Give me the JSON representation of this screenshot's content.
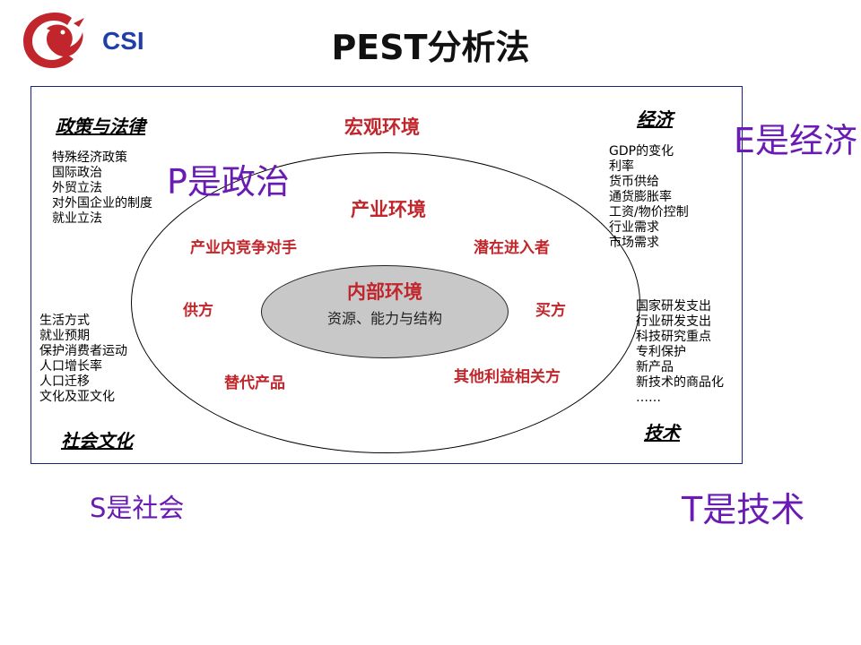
{
  "header": {
    "logo_text": "CSI",
    "title": "PEST分析法"
  },
  "colors": {
    "accent_red": "#c0262b",
    "annotation_purple": "#6a1bb3",
    "logo_blue": "#1f3fa8",
    "inner_fill": "#c8c8c8"
  },
  "diagram": {
    "macro_env": "宏观环境",
    "industry_env": "产业环境",
    "competitor": "产业内竞争对手",
    "entrant": "潜在进入者",
    "supplier": "供方",
    "buyer": "买方",
    "substitute": "替代产品",
    "stakeholder": "其他利益相关方",
    "internal_env": "内部环境",
    "internal_sub": "资源、能力与结构"
  },
  "quadrants": {
    "politics": {
      "heading": "政策与法律",
      "items": [
        "特殊经济政策",
        "国际政治",
        "外贸立法",
        "对外国企业的制度",
        "就业立法"
      ]
    },
    "economy": {
      "heading": "经济",
      "items": [
        "GDP的变化",
        "利率",
        "货币供给",
        "通货膨胀率",
        "工资/物价控制",
        "行业需求",
        "市场需求"
      ]
    },
    "society": {
      "heading": "社会文化",
      "items": [
        "生活方式",
        "就业预期",
        "保护消费者运动",
        "人口增长率",
        "人口迁移",
        "文化及亚文化"
      ]
    },
    "technology": {
      "heading": "技术",
      "items": [
        "国家研发支出",
        "行业研发支出",
        "科技研究重点",
        "专利保护",
        "新产品",
        "新技术的商品化",
        "……"
      ]
    }
  },
  "annotations": {
    "p": "P是政治",
    "e": "E是经济",
    "s": "S是社会",
    "t": "T是技术"
  }
}
